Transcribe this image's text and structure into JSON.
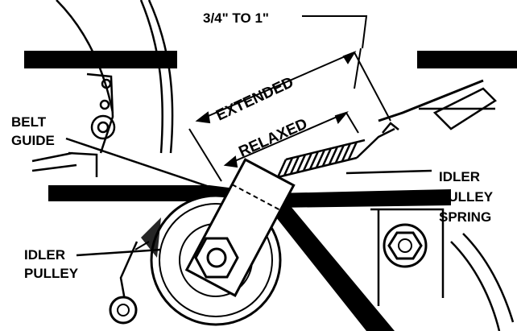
{
  "labels": {
    "gap_dimension": "3/4\" TO 1\"",
    "extended": "EXTENDED",
    "relaxed": "RELAXED",
    "belt_guide_line1": "BELT",
    "belt_guide_line2": "GUIDE",
    "idler_pulley_line1": "IDLER",
    "idler_pulley_line2": "PULLEY",
    "idler_spring_line1": "IDLER",
    "idler_spring_line2": "PULLEY",
    "idler_spring_line3": "SPRING"
  }
}
